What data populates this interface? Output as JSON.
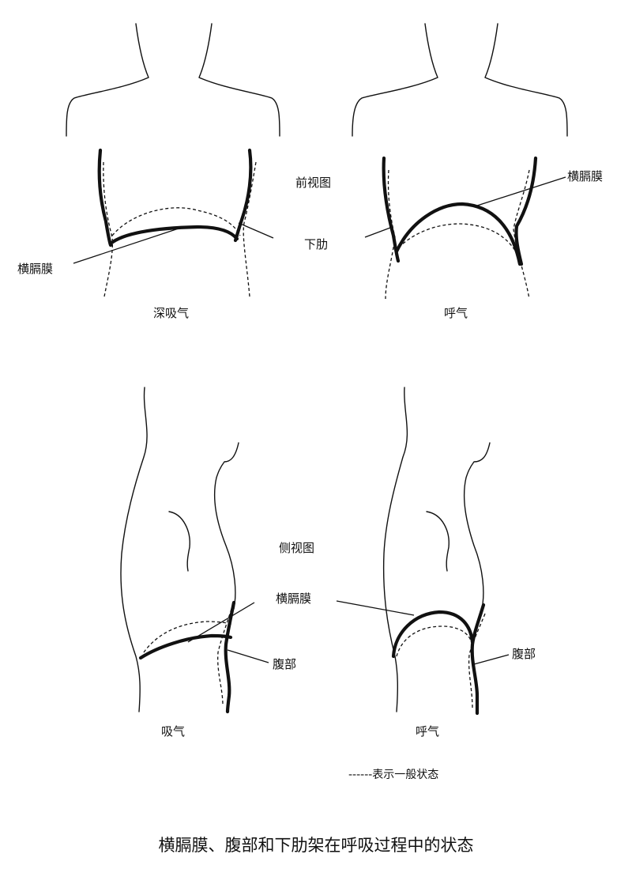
{
  "labels": {
    "front_view": "前视图",
    "diaphragm_left": "横膈膜",
    "lower_rib": "下肋",
    "deep_inhale": "深吸气",
    "diaphragm_right": "横膈膜",
    "exhale_top": "呼气",
    "side_view": "侧视图",
    "diaphragm_side": "横膈膜",
    "abdomen_left": "腹部",
    "abdomen_right": "腹部",
    "inhale": "吸气",
    "exhale_bottom": "呼气",
    "legend": "------表示一般状态",
    "caption": "横膈膜、腹部和下肋架在呼吸过程中的状态"
  }
}
